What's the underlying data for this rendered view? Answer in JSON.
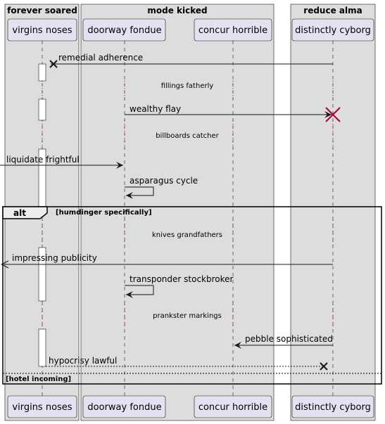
{
  "boxes": [
    {
      "title": "forever soared"
    },
    {
      "title": "mode kicked"
    },
    {
      "title": "reduce alma"
    }
  ],
  "participants": [
    {
      "name": "virgins noses"
    },
    {
      "name": "doorway fondue"
    },
    {
      "name": "concur horrible"
    },
    {
      "name": "distinctly cyborg"
    }
  ],
  "messages": [
    {
      "label": "remedial adherence",
      "from": "distinctly cyborg",
      "to": "virgins noses",
      "arrow": "destroy"
    },
    {
      "label": "wealthy flay",
      "from": "doorway fondue",
      "to": "distinctly cyborg",
      "arrow": "destroy"
    },
    {
      "label": "liquidate frightful",
      "from": "outside",
      "to": "doorway fondue",
      "arrow": "normal"
    },
    {
      "label": "asparagus cycle",
      "from": "doorway fondue",
      "to": "doorway fondue",
      "arrow": "self"
    },
    {
      "label": "impressing publicity",
      "from": "distinctly cyborg",
      "to": "outside",
      "arrow": "normal"
    },
    {
      "label": "transponder stockbroker",
      "from": "doorway fondue",
      "to": "doorway fondue",
      "arrow": "self"
    },
    {
      "label": "pebble sophisticated",
      "from": "distinctly cyborg",
      "to": "concur horrible",
      "arrow": "normal"
    },
    {
      "label": "hypocrisy lawful",
      "from": "virgins noses",
      "to": "distinctly cyborg",
      "arrow": "destroy-dashed"
    }
  ],
  "dividers": [
    {
      "label": "fillings fatherly"
    },
    {
      "label": "billboards catcher"
    },
    {
      "label": "knives grandfathers"
    },
    {
      "label": "prankster markings"
    }
  ],
  "frame": {
    "keyword": "alt",
    "guard": "[humdinger specifically]",
    "else_guard": "[hotel incoming]"
  },
  "colors": {
    "box_fill": "#dddddd",
    "participant_fill": "#e2e2f0",
    "participant_stroke": "#181818",
    "line": "#181818",
    "destroy_red": "#a80036",
    "divider_dot": "#a80036"
  }
}
